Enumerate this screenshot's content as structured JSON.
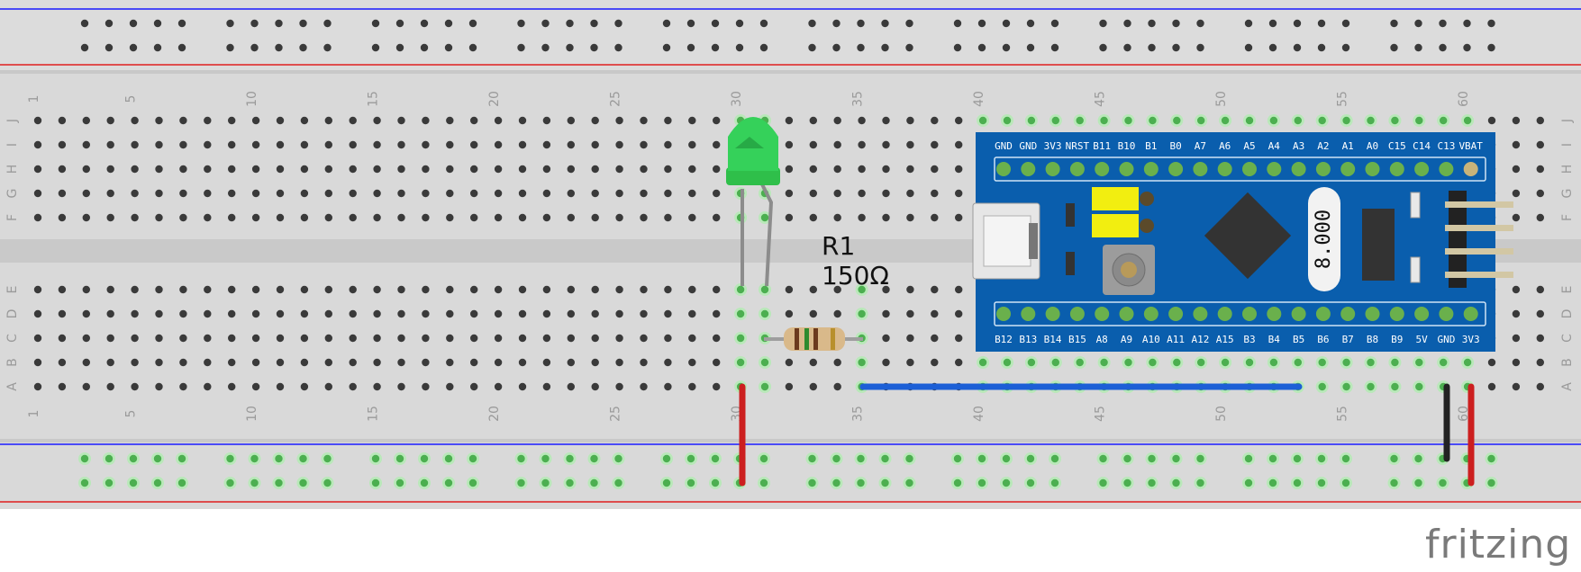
{
  "app": {
    "logo_text": "fritzing"
  },
  "breadboard": {
    "column_labels": [
      "1",
      "5",
      "10",
      "15",
      "20",
      "25",
      "30",
      "35",
      "40",
      "45",
      "50",
      "55",
      "60"
    ],
    "row_labels_top": [
      "J",
      "I",
      "H",
      "G",
      "F"
    ],
    "row_labels_bottom": [
      "E",
      "D",
      "C",
      "B",
      "A"
    ],
    "colors": {
      "body": "#d9d9d9",
      "rail_blue": "#1a1aff",
      "rail_red": "#e01f1f",
      "hole": "#3a3a3a",
      "hole_active": "#4caf50"
    }
  },
  "components": {
    "led": {
      "color": "green"
    },
    "resistor": {
      "label": "R1",
      "value": "150Ω"
    },
    "wires": [
      {
        "color": "#cc1f1f"
      },
      {
        "color": "#1c5fd6"
      },
      {
        "color": "#222222"
      },
      {
        "color": "#cc1f1f"
      }
    ]
  },
  "board": {
    "pins_top": [
      "GND",
      "GND",
      "3V3",
      "NRST",
      "B11",
      "B10",
      "B1",
      "B0",
      "A7",
      "A6",
      "A5",
      "A4",
      "A3",
      "A2",
      "A1",
      "A0",
      "C15",
      "C14",
      "C13",
      "VBAT"
    ],
    "pins_bottom": [
      "B12",
      "B13",
      "B14",
      "B15",
      "A8",
      "A9",
      "A10",
      "A11",
      "A12",
      "A15",
      "B3",
      "B4",
      "B5",
      "B6",
      "B7",
      "B8",
      "B9",
      "5V",
      "GND",
      "3V3"
    ],
    "crystal_label": "8.000",
    "color": "#0a5ead"
  }
}
